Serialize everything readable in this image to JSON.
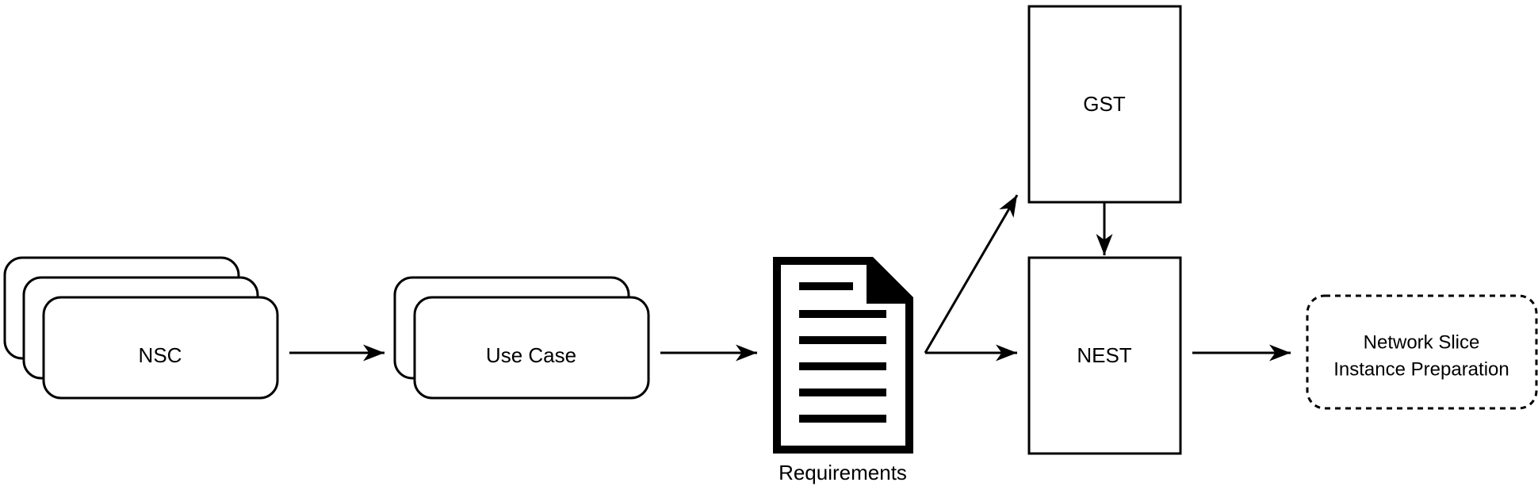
{
  "nodes": {
    "nsc": {
      "label": "NSC"
    },
    "use_case": {
      "label": "Use Case"
    },
    "requirements": {
      "label": "Requirements"
    },
    "gst": {
      "label": "GST"
    },
    "nest": {
      "label": "NEST"
    },
    "nsi_prep": {
      "line1": "Network Slice",
      "line2": "Instance Preparation"
    }
  },
  "edges": [
    {
      "from": "nsc",
      "to": "use_case"
    },
    {
      "from": "use_case",
      "to": "requirements"
    },
    {
      "from": "requirements",
      "to": "gst"
    },
    {
      "from": "requirements",
      "to": "nest"
    },
    {
      "from": "gst",
      "to": "nest"
    },
    {
      "from": "nest",
      "to": "nsi_prep"
    }
  ]
}
